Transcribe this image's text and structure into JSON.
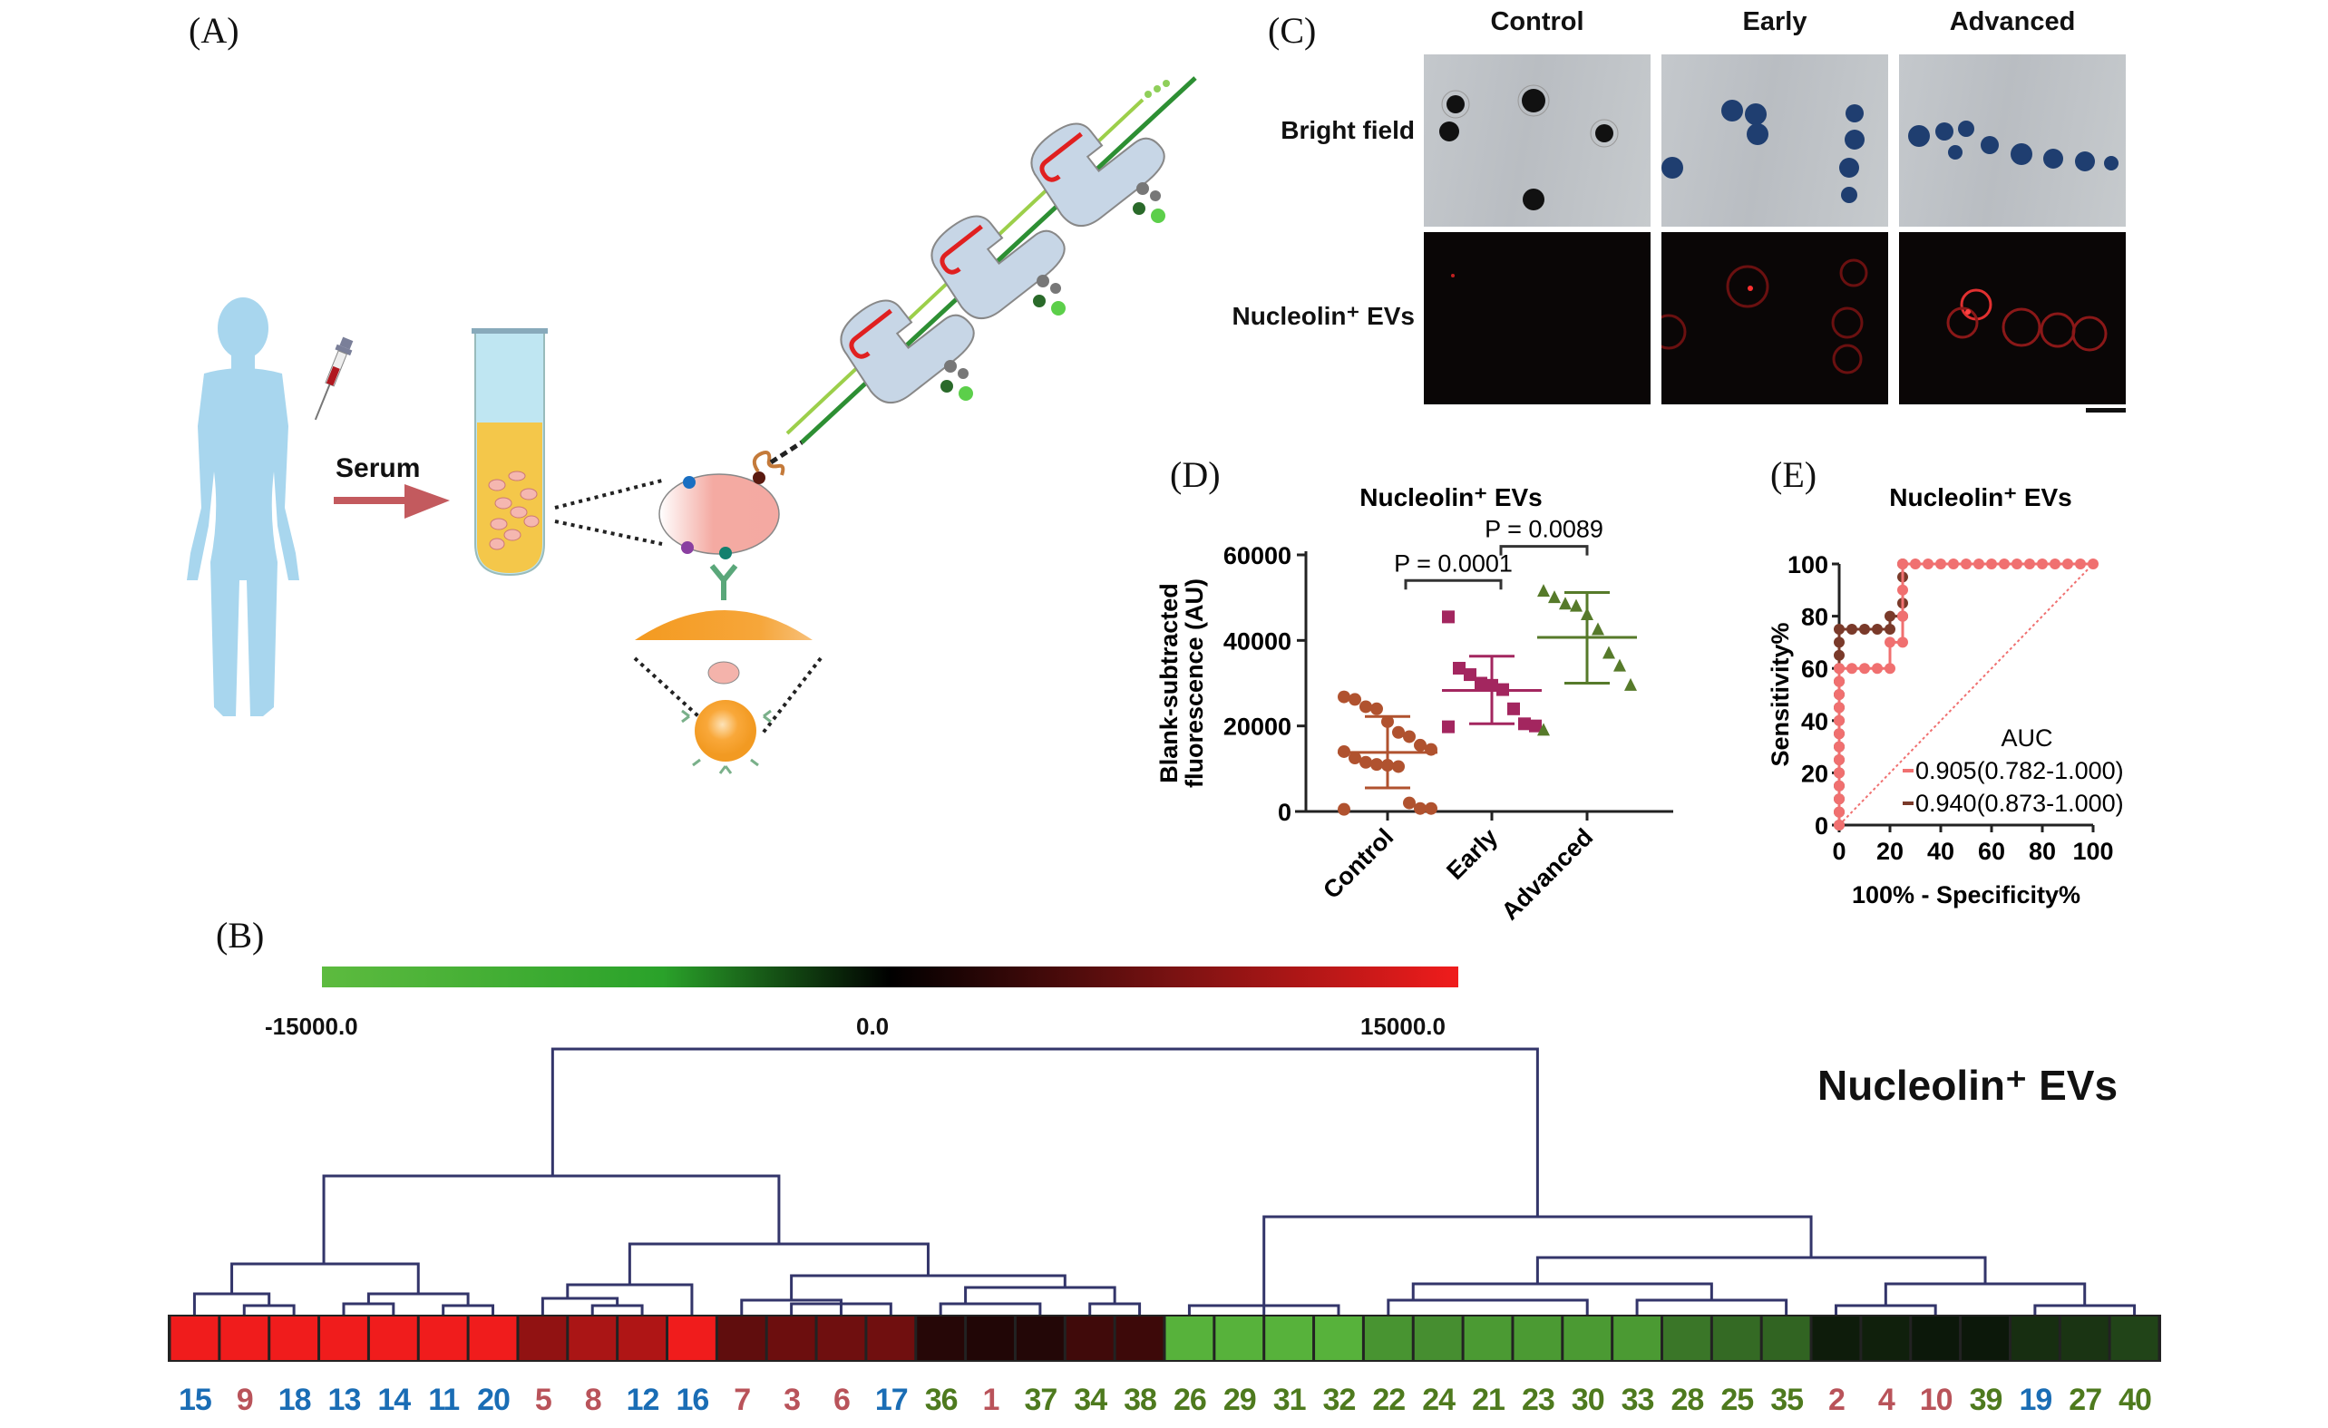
{
  "panels": {
    "A": {
      "label": "(A)",
      "arrow_text": "Serum",
      "icons": [
        "human-silhouette-icon",
        "syringe-icon",
        "serum-tube-icon",
        "extracellular-vesicle-icon",
        "antibody-icon",
        "bead-icon",
        "ribosome-translation-icon"
      ]
    },
    "B": {
      "label": "(B)",
      "title": "Nucleolin⁺ EVs",
      "colorbar": {
        "min_label": "-15000.0",
        "mid_label": "0.0",
        "max_label": "15000.0",
        "min_color": "#5dbb3f",
        "mid_color": "#000000",
        "max_color": "#f01c1c"
      }
    },
    "C": {
      "label": "(C)",
      "columns": [
        "Control",
        "Early",
        "Advanced"
      ],
      "rows": [
        "Bright field",
        "Nucleolin⁺ EVs"
      ]
    },
    "D": {
      "label": "(D)"
    },
    "E": {
      "label": "(E)"
    }
  },
  "chart_data": [
    {
      "id": "D",
      "type": "scatter",
      "title": "Nucleolin⁺ EVs",
      "xlabel": "",
      "ylabel": "Blank-subtracted fluorescence (AU)",
      "categories": [
        "Control",
        "Early",
        "Advanced"
      ],
      "ylim": [
        0,
        60000
      ],
      "yticks": [
        "0",
        "20000",
        "40000",
        "60000"
      ],
      "ytick_values": [
        0,
        20000,
        40000,
        60000
      ],
      "series": [
        {
          "name": "Control",
          "color": "#b0522f",
          "marker": "circle",
          "values": [
            26800,
            26200,
            24500,
            24000,
            21000,
            18500,
            17500,
            15500,
            14500,
            14000,
            12500,
            11500,
            11000,
            10800,
            10500,
            2000,
            700,
            700,
            500
          ],
          "mean": 13800,
          "sd_low": 5500,
          "sd_high": 22200
        },
        {
          "name": "Early",
          "color": "#a3265f",
          "marker": "square",
          "values": [
            45500,
            33500,
            32000,
            30000,
            29500,
            28500,
            24000,
            20500,
            20000,
            19800
          ],
          "mean": 28300,
          "sd_low": 20500,
          "sd_high": 36300
        },
        {
          "name": "Advanced",
          "color": "#567a2a",
          "marker": "triangle",
          "values": [
            51500,
            50000,
            48500,
            48000,
            46000,
            42500,
            37000,
            34000,
            29500,
            19000
          ],
          "mean": 40700,
          "sd_low": 30000,
          "sd_high": 51200
        }
      ],
      "annotations": [
        {
          "text": "P = 0.0001",
          "between": [
            "Control",
            "Early"
          ]
        },
        {
          "text": "P = 0.0089",
          "between": [
            "Early",
            "Advanced"
          ]
        }
      ]
    },
    {
      "id": "E",
      "type": "line",
      "title": "Nucleolin⁺ EVs",
      "xlabel": "100% - Specificity%",
      "ylabel": "Sensitivity%",
      "xlim": [
        0,
        100
      ],
      "ylim": [
        0,
        100
      ],
      "xticks": [
        "0",
        "20",
        "40",
        "60",
        "80",
        "100"
      ],
      "yticks": [
        "0",
        "20",
        "40",
        "60",
        "80",
        "100"
      ],
      "legend_title": "AUC",
      "legend_position": "bottom-right",
      "series": [
        {
          "name": "0.905(0.782-1.000)",
          "color": "#f07070",
          "points": [
            [
              0,
              0
            ],
            [
              0,
              5
            ],
            [
              0,
              10
            ],
            [
              0,
              15
            ],
            [
              0,
              20
            ],
            [
              0,
              25
            ],
            [
              0,
              30
            ],
            [
              0,
              35
            ],
            [
              0,
              40
            ],
            [
              0,
              45
            ],
            [
              0,
              50
            ],
            [
              0,
              55
            ],
            [
              0,
              60
            ],
            [
              5,
              60
            ],
            [
              10,
              60
            ],
            [
              15,
              60
            ],
            [
              20,
              60
            ],
            [
              20,
              70
            ],
            [
              25,
              70
            ],
            [
              25,
              80
            ],
            [
              25,
              90
            ],
            [
              25,
              100
            ],
            [
              30,
              100
            ],
            [
              35,
              100
            ],
            [
              40,
              100
            ],
            [
              45,
              100
            ],
            [
              50,
              100
            ],
            [
              55,
              100
            ],
            [
              60,
              100
            ],
            [
              65,
              100
            ],
            [
              70,
              100
            ],
            [
              75,
              100
            ],
            [
              80,
              100
            ],
            [
              85,
              100
            ],
            [
              90,
              100
            ],
            [
              95,
              100
            ],
            [
              100,
              100
            ]
          ]
        },
        {
          "name": "0.940(0.873-1.000)",
          "color": "#7a3a2a",
          "points": [
            [
              0,
              0
            ],
            [
              0,
              5
            ],
            [
              0,
              10
            ],
            [
              0,
              15
            ],
            [
              0,
              20
            ],
            [
              0,
              25
            ],
            [
              0,
              30
            ],
            [
              0,
              35
            ],
            [
              0,
              40
            ],
            [
              0,
              45
            ],
            [
              0,
              50
            ],
            [
              0,
              55
            ],
            [
              0,
              60
            ],
            [
              0,
              65
            ],
            [
              0,
              70
            ],
            [
              0,
              75
            ],
            [
              5,
              75
            ],
            [
              10,
              75
            ],
            [
              15,
              75
            ],
            [
              20,
              75
            ],
            [
              20,
              80
            ],
            [
              25,
              80
            ],
            [
              25,
              85
            ],
            [
              25,
              95
            ],
            [
              25,
              100
            ]
          ]
        }
      ],
      "reference_line": {
        "from": [
          0,
          0
        ],
        "to": [
          100,
          100
        ],
        "color": "#f07070",
        "style": "dotted"
      }
    },
    {
      "id": "B",
      "type": "heatmap",
      "title": "Nucleolin⁺ EVs",
      "color_range": [
        -15000,
        15000
      ],
      "group_colors": {
        "control": "#1a6db5",
        "early": "#b9535a",
        "advanced": "#4e7a1e"
      },
      "cells": [
        {
          "id": "15",
          "group": "control",
          "value": 15000
        },
        {
          "id": "9",
          "group": "early",
          "value": 15000
        },
        {
          "id": "18",
          "group": "control",
          "value": 15000
        },
        {
          "id": "13",
          "group": "control",
          "value": 15000
        },
        {
          "id": "14",
          "group": "control",
          "value": 15000
        },
        {
          "id": "11",
          "group": "control",
          "value": 15000
        },
        {
          "id": "20",
          "group": "control",
          "value": 15000
        },
        {
          "id": "5",
          "group": "early",
          "value": 8500
        },
        {
          "id": "8",
          "group": "early",
          "value": 10200
        },
        {
          "id": "12",
          "group": "control",
          "value": 10600
        },
        {
          "id": "16",
          "group": "control",
          "value": 15000
        },
        {
          "id": "7",
          "group": "early",
          "value": 5200
        },
        {
          "id": "3",
          "group": "early",
          "value": 6000
        },
        {
          "id": "6",
          "group": "early",
          "value": 6200
        },
        {
          "id": "17",
          "group": "control",
          "value": 6300
        },
        {
          "id": "36",
          "group": "advanced",
          "value": 1200
        },
        {
          "id": "1",
          "group": "early",
          "value": 900
        },
        {
          "id": "37",
          "group": "advanced",
          "value": 1000
        },
        {
          "id": "34",
          "group": "advanced",
          "value": 3000
        },
        {
          "id": "38",
          "group": "advanced",
          "value": 2800
        },
        {
          "id": "26",
          "group": "advanced",
          "value": -14000
        },
        {
          "id": "29",
          "group": "advanced",
          "value": -14000
        },
        {
          "id": "31",
          "group": "advanced",
          "value": -14000
        },
        {
          "id": "32",
          "group": "advanced",
          "value": -14000
        },
        {
          "id": "22",
          "group": "advanced",
          "value": -11500
        },
        {
          "id": "24",
          "group": "advanced",
          "value": -11000
        },
        {
          "id": "21",
          "group": "advanced",
          "value": -12000
        },
        {
          "id": "23",
          "group": "advanced",
          "value": -12000
        },
        {
          "id": "30",
          "group": "advanced",
          "value": -12000
        },
        {
          "id": "33",
          "group": "advanced",
          "value": -12000
        },
        {
          "id": "28",
          "group": "advanced",
          "value": -9000
        },
        {
          "id": "25",
          "group": "advanced",
          "value": -8000
        },
        {
          "id": "35",
          "group": "advanced",
          "value": -7500
        },
        {
          "id": "2",
          "group": "early",
          "value": -1500
        },
        {
          "id": "4",
          "group": "early",
          "value": -1800
        },
        {
          "id": "10",
          "group": "early",
          "value": -1200
        },
        {
          "id": "39",
          "group": "advanced",
          "value": -1200
        },
        {
          "id": "19",
          "group": "control",
          "value": -3000
        },
        {
          "id": "27",
          "group": "advanced",
          "value": -3500
        },
        {
          "id": "40",
          "group": "advanced",
          "value": -4800
        }
      ],
      "colorbar": {
        "min_label": "-15000.0",
        "mid_label": "0.0",
        "max_label": "15000.0"
      }
    }
  ]
}
